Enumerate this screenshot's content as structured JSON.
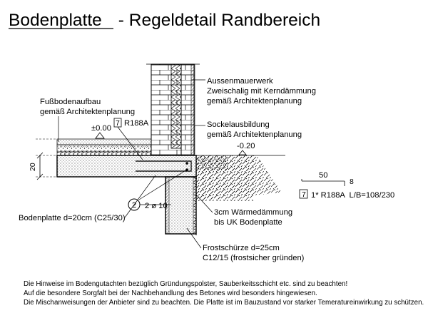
{
  "title": {
    "main": "Bodenplatte",
    "rest": " - Regeldetail Randbereich"
  },
  "labels": {
    "aussen_1": "Aussenmauerwerk",
    "aussen_2": "Zweischalig mit Kerndämmung",
    "aussen_3": "gemäß Architektenplanung",
    "fussboden_1": "Fußbodenaufbau",
    "fussboden_2": "gemäß Architektenplanung",
    "level_zero": "±0.00",
    "rebar_top_id": "7",
    "rebar_top_type": "R188A",
    "sockel_1": "Sockelausbildung",
    "sockel_2": "gemäß Architektenplanung",
    "level_minus": "-0.20",
    "dim_height": "20",
    "dim_50": "50",
    "dim_8": "8",
    "mat_id": "7",
    "mat_text": "1* R188A  L/B=108/230",
    "rebar_circle": "2",
    "rebar_bars": "2 ø 10",
    "bodenplatte": "Bodenplatte d=20cm (C25/30)",
    "waerme_1": "3cm Wärmedämmung",
    "waerme_2": "bis UK Bodenplatte",
    "frost_1": "Frostschürze d=25cm",
    "frost_2": "C12/15 (frostsicher gründen)"
  },
  "notes": [
    "Die Hinweise im Bodengutachten bezüglich Gründungspolster, Sauberkeitsschicht etc. sind zu beachten!",
    "Auf die besondere Sorgfalt bei der Nachbehandlung des Betones wird besonders hingewiesen.",
    "Die Mischanweisungen der Anbieter sind zu beachten. Die Platte ist im Bauzustand vor starker Temeratureinwirkung zu schützen."
  ]
}
